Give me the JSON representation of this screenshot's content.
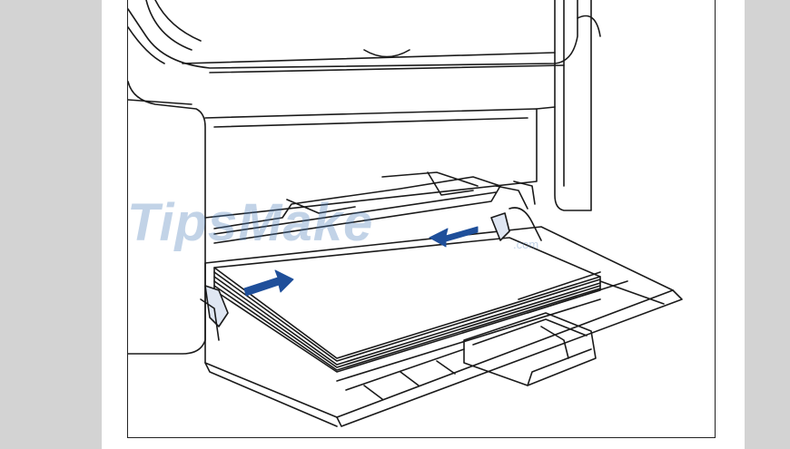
{
  "watermark": {
    "text": "TipsMake",
    "suffix": ".com",
    "color": "#5082b9"
  },
  "arrow_color": "#1f4f9a",
  "illustration": "printer-manual-feed-tray"
}
